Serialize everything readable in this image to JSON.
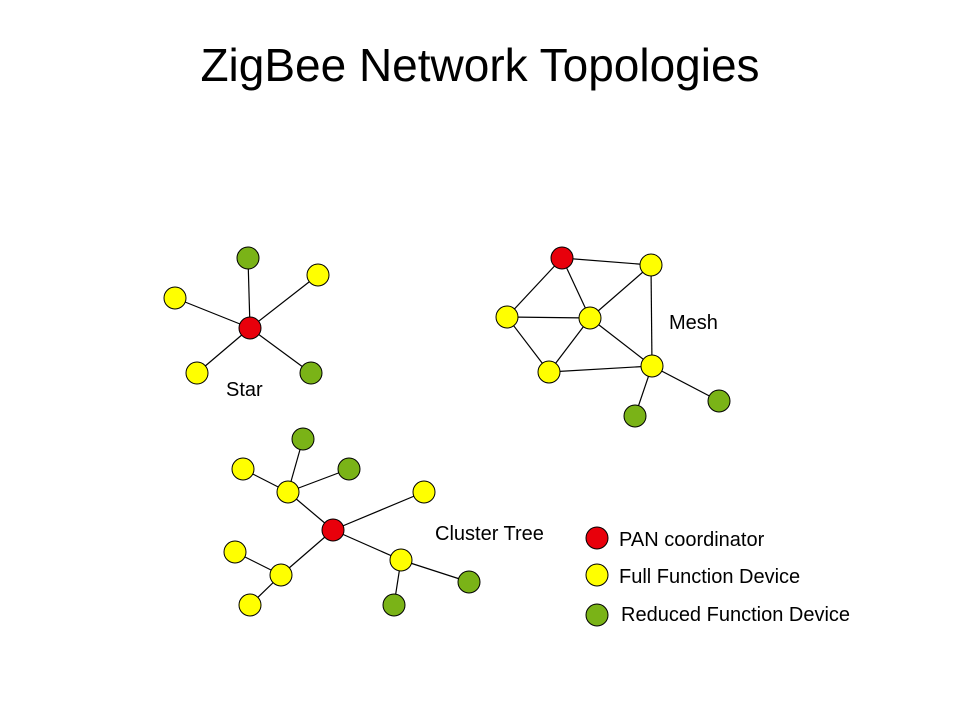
{
  "title": "ZigBee Network Topologies",
  "colors": {
    "pan": "#e8000b",
    "ffd": "#ffff00",
    "rfd": "#7ab317",
    "edge": "#000000"
  },
  "topologies": [
    {
      "id": "star",
      "label": "Star",
      "nodes": [
        {
          "id": "s0",
          "type": "pan"
        },
        {
          "id": "s1",
          "type": "rfd"
        },
        {
          "id": "s2",
          "type": "ffd"
        },
        {
          "id": "s3",
          "type": "ffd"
        },
        {
          "id": "s4",
          "type": "ffd"
        },
        {
          "id": "s5",
          "type": "rfd"
        }
      ],
      "edges": [
        [
          "s0",
          "s1"
        ],
        [
          "s0",
          "s2"
        ],
        [
          "s0",
          "s3"
        ],
        [
          "s0",
          "s4"
        ],
        [
          "s0",
          "s5"
        ]
      ]
    },
    {
      "id": "mesh",
      "label": "Mesh",
      "nodes": [
        {
          "id": "m0",
          "type": "pan"
        },
        {
          "id": "m1",
          "type": "ffd"
        },
        {
          "id": "m2",
          "type": "ffd"
        },
        {
          "id": "m3",
          "type": "ffd"
        },
        {
          "id": "m4",
          "type": "ffd"
        },
        {
          "id": "m5",
          "type": "ffd"
        },
        {
          "id": "m6",
          "type": "rfd"
        },
        {
          "id": "m7",
          "type": "rfd"
        }
      ],
      "edges": [
        [
          "m0",
          "m1"
        ],
        [
          "m0",
          "m2"
        ],
        [
          "m0",
          "m3"
        ],
        [
          "m1",
          "m3"
        ],
        [
          "m1",
          "m5"
        ],
        [
          "m2",
          "m3"
        ],
        [
          "m2",
          "m4"
        ],
        [
          "m3",
          "m4"
        ],
        [
          "m3",
          "m5"
        ],
        [
          "m4",
          "m5"
        ],
        [
          "m5",
          "m6"
        ],
        [
          "m5",
          "m7"
        ]
      ]
    },
    {
      "id": "cluster-tree",
      "label": "Cluster Tree",
      "nodes": [
        {
          "id": "c0",
          "type": "pan"
        },
        {
          "id": "c1",
          "type": "ffd"
        },
        {
          "id": "c2",
          "type": "rfd"
        },
        {
          "id": "c3",
          "type": "ffd"
        },
        {
          "id": "c4",
          "type": "rfd"
        },
        {
          "id": "c5",
          "type": "ffd"
        },
        {
          "id": "c6",
          "type": "ffd"
        },
        {
          "id": "c7",
          "type": "ffd"
        },
        {
          "id": "c8",
          "type": "ffd"
        },
        {
          "id": "c9",
          "type": "ffd"
        },
        {
          "id": "c10",
          "type": "rfd"
        },
        {
          "id": "c11",
          "type": "rfd"
        }
      ],
      "edges": [
        [
          "c0",
          "c1"
        ],
        [
          "c1",
          "c2"
        ],
        [
          "c1",
          "c3"
        ],
        [
          "c1",
          "c4"
        ],
        [
          "c0",
          "c5"
        ],
        [
          "c0",
          "c6"
        ],
        [
          "c6",
          "c7"
        ],
        [
          "c6",
          "c8"
        ],
        [
          "c0",
          "c9"
        ],
        [
          "c9",
          "c10"
        ],
        [
          "c9",
          "c11"
        ]
      ]
    }
  ],
  "legend": [
    {
      "type": "pan",
      "label": "PAN coordinator"
    },
    {
      "type": "ffd",
      "label": "Full Function Device"
    },
    {
      "type": "rfd",
      "label": "Reduced Function Device"
    }
  ]
}
